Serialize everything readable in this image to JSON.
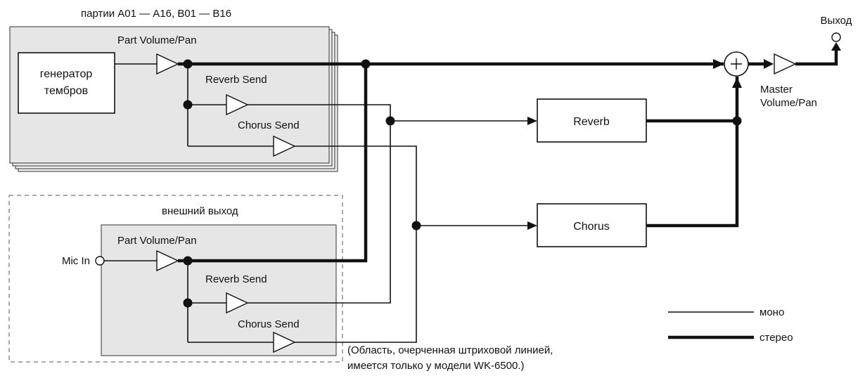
{
  "diagram": {
    "parts_caption": "партии А01 — А16, В01 — В16",
    "tone_generator_line1": "генератор",
    "tone_generator_line2": "тембров",
    "part_volume_pan": "Part Volume/Pan",
    "reverb_send": "Reverb Send",
    "chorus_send": "Chorus Send",
    "reverb": "Reverb",
    "chorus": "Chorus",
    "output": "Выход",
    "master_line1": "Master",
    "master_line2": "Volume/Pan",
    "external_output": "внешний выход",
    "mic_in": "Mic In",
    "legend_mono": "моно",
    "legend_stereo": "стерео",
    "note_line1": "(Область, очерченная штриховой линией,",
    "note_line2": "имеется только у модели WK-6500.)"
  }
}
